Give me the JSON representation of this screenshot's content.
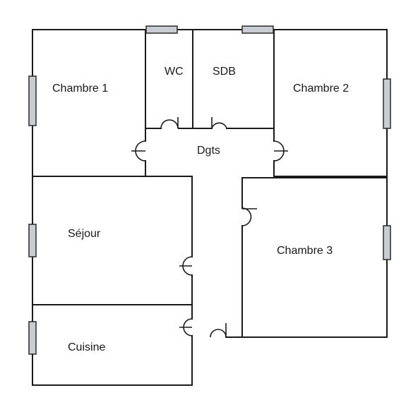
{
  "rooms": {
    "chambre1": "Chambre 1",
    "wc": "WC",
    "sdb": "SDB",
    "chambre2": "Chambre 2",
    "dgts": "Dgts",
    "sejour": "Séjour",
    "chambre3": "Chambre 3",
    "cuisine": "Cuisine"
  },
  "colors": {
    "wall": "#1a1a1a",
    "window_fill": "#c9cdd2",
    "background": "#ffffff"
  }
}
